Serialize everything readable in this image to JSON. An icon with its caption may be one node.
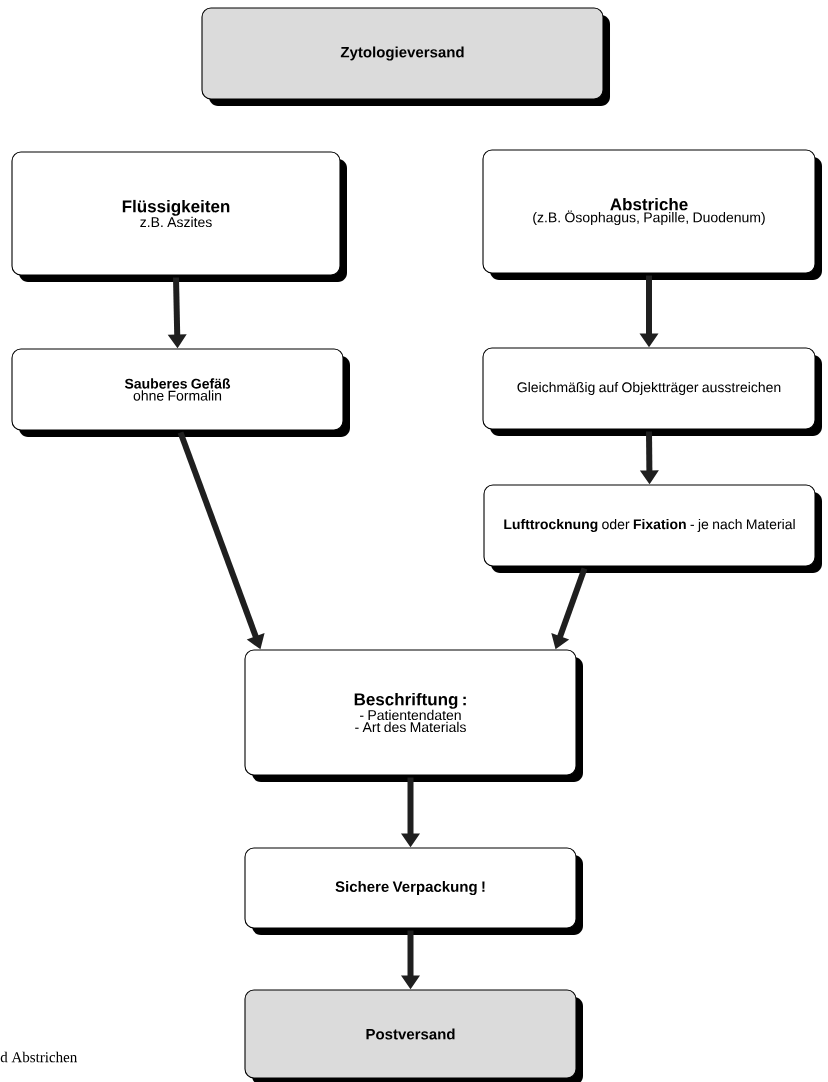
{
  "diagram": {
    "nodes": [
      {
        "text": [
          "Zytologieversand"
        ]
      },
      {
        "text": [
          "Flüssigkeiten",
          "z.B. Aszites"
        ]
      },
      {
        "text": [
          "Abstriche",
          "(z.B. Ösophagus, Papille, Duodenum)"
        ]
      },
      {
        "text": [
          "Sauberes Gefäß",
          "ohne Formalin"
        ]
      },
      {
        "text": [
          "Gleichmäßig auf Objektträger ausstreichen"
        ]
      },
      {
        "text": [
          "**Lufttrocknung** oder **Fixation** - je nach Material"
        ]
      },
      {
        "text": [
          "Beschriftung :",
          "- Patientendaten",
          "- Art des Materials"
        ]
      },
      {
        "text": [
          "Sichere Verpackung !"
        ]
      },
      {
        "text": [
          "Postversand"
        ]
      }
    ],
    "edges": [
      {
        "from": 1,
        "to": 3,
        "arrow": "to"
      },
      {
        "from": 2,
        "to": 4,
        "arrow": "to"
      },
      {
        "from": 4,
        "to": 5,
        "arrow": "to"
      },
      {
        "from": 3,
        "to": 6,
        "arrow": "to"
      },
      {
        "from": 5,
        "to": 6,
        "arrow": "to"
      },
      {
        "from": 6,
        "to": 7,
        "arrow": "to"
      },
      {
        "from": 7,
        "to": 8,
        "arrow": "to"
      }
    ],
    "labels": [
      "d Abstrichen"
    ]
  }
}
